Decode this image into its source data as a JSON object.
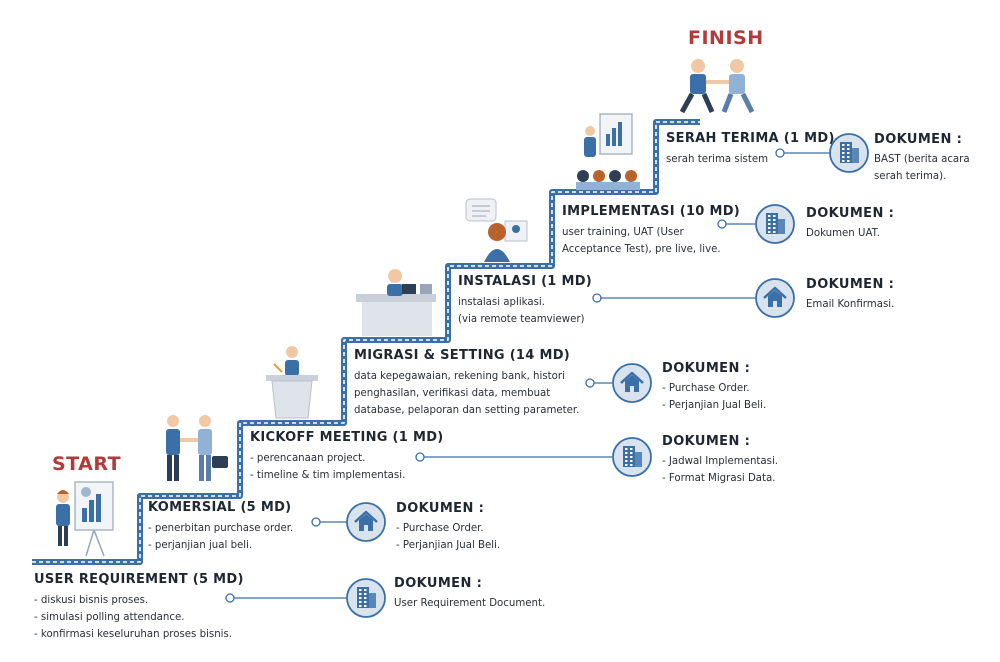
{
  "labels": {
    "start": "START",
    "finish": "FINISH"
  },
  "colors": {
    "accent": "#3a6fa8",
    "dark": "#1f2733",
    "red": "#b23a3a",
    "icon_bg": "#d9e3ee",
    "icon_fg": "#3a6fa8"
  },
  "steps": [
    {
      "title": "USER REQUIREMENT (5 MD)",
      "lines": [
        "- diskusi bisnis proses.",
        "- simulasi polling attendance.",
        "- konfirmasi keseluruhan proses bisnis."
      ]
    },
    {
      "title": "KOMERSIAL (5 MD)",
      "lines": [
        "- penerbitan purchase order.",
        "- perjanjian jual beli."
      ]
    },
    {
      "title": "KICKOFF MEETING (1 MD)",
      "lines": [
        "- perencanaan project.",
        "- timeline & tim implementasi."
      ]
    },
    {
      "title": "MIGRASI & SETTING (14 MD)",
      "lines": [
        "data kepegawaian, rekening bank, histori",
        "penghasilan, verifikasi data, membuat",
        "database, pelaporan dan setting parameter."
      ]
    },
    {
      "title": "INSTALASI (1 MD)",
      "lines": [
        "instalasi aplikasi.",
        "(via remote teamviewer)"
      ]
    },
    {
      "title": "IMPLEMENTASI (10 MD)",
      "lines": [
        "user training, UAT (User",
        "Acceptance Test), pre live, live."
      ]
    },
    {
      "title": "SERAH TERIMA (1 MD)",
      "lines": [
        "serah terima sistem"
      ]
    }
  ],
  "documents": [
    {
      "title": "DOKUMEN :",
      "icon": "building-icon",
      "lines": [
        "User Requirement Document."
      ]
    },
    {
      "title": "DOKUMEN :",
      "icon": "home-icon",
      "lines": [
        "- Purchase Order.",
        "- Perjanjian Jual Beli."
      ]
    },
    {
      "title": "DOKUMEN :",
      "icon": "building-icon",
      "lines": [
        "- Jadwal Implementasi.",
        "- Format Migrasi Data."
      ]
    },
    {
      "title": "DOKUMEN :",
      "icon": "home-icon",
      "lines": [
        "- Purchase Order.",
        "- Perjanjian Jual Beli."
      ]
    },
    {
      "title": "DOKUMEN :",
      "icon": "home-icon",
      "lines": [
        "Email Konfirmasi."
      ]
    },
    {
      "title": "DOKUMEN :",
      "icon": "building-icon",
      "lines": [
        "Dokumen UAT."
      ]
    },
    {
      "title": "DOKUMEN :",
      "icon": "building-icon",
      "lines": [
        "BAST (berita acara",
        "serah terima)."
      ]
    }
  ]
}
